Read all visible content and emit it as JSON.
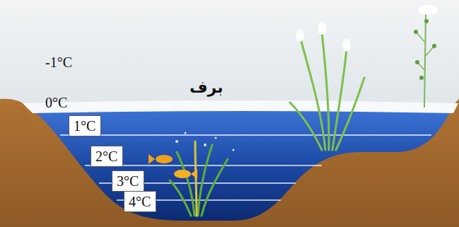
{
  "diagram": {
    "nodes": [
      {
        "text": [
          "1°C"
        ]
      },
      {
        "text": [
          "2°C"
        ]
      },
      {
        "text": [
          "3°C"
        ]
      },
      {
        "text": [
          "4°C"
        ]
      }
    ],
    "labels": [
      "-1°C",
      "0°C",
      "برف"
    ]
  }
}
